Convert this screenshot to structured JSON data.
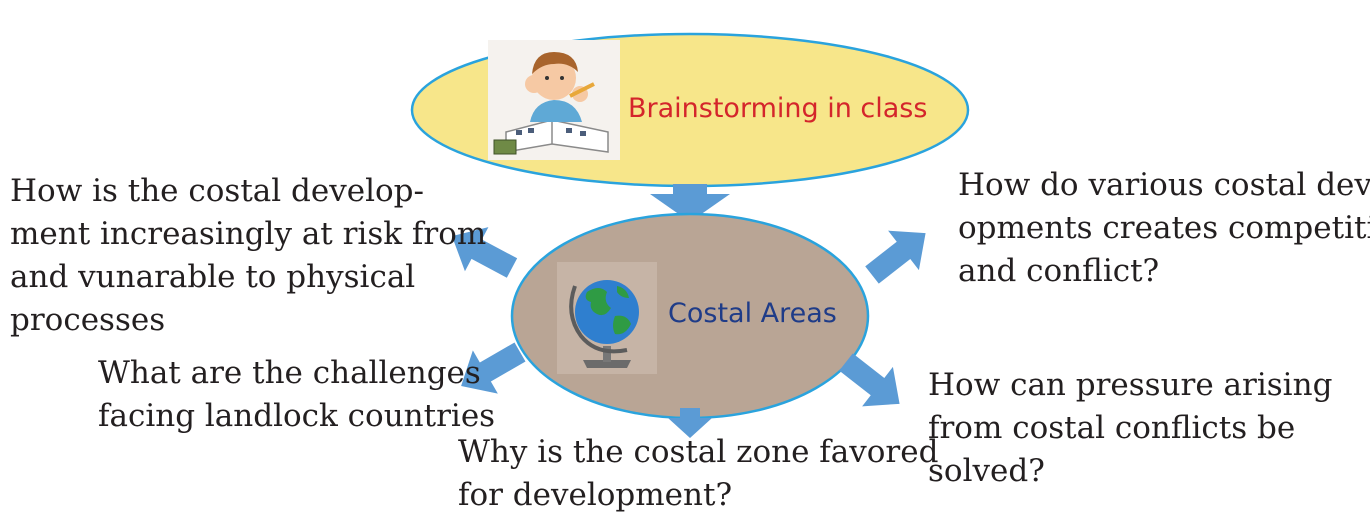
{
  "top_node": {
    "label": "Brainstorming in class",
    "label_color": "#d4252b",
    "fill": "#f7e68a",
    "stroke": "#2aa3dd",
    "illustration": "boy-reading-icon"
  },
  "center_node": {
    "label": "Costal Areas",
    "label_color": "#1f3c88",
    "fill": "#b9a595",
    "stroke": "#2aa3dd",
    "illustration": "globe-icon"
  },
  "arrow_color": "#5b9bd5",
  "text_color": "#231f20",
  "questions": {
    "top_left": {
      "lines": [
        "How is the costal develop-",
        "ment increasingly at risk from",
        "and vunarable to physical",
        "processes"
      ]
    },
    "top_right": {
      "lines": [
        "How do various costal devel-",
        "opments creates competition",
        "and conflict?"
      ]
    },
    "bottom_left": {
      "lines": [
        "What are the challenges",
        "facing landlock countries"
      ]
    },
    "bottom_center": {
      "lines": [
        "Why is the costal zone favored",
        "for development?"
      ]
    },
    "bottom_right": {
      "lines": [
        "How can pressure arising",
        "from costal conflicts be",
        "solved?"
      ]
    }
  }
}
